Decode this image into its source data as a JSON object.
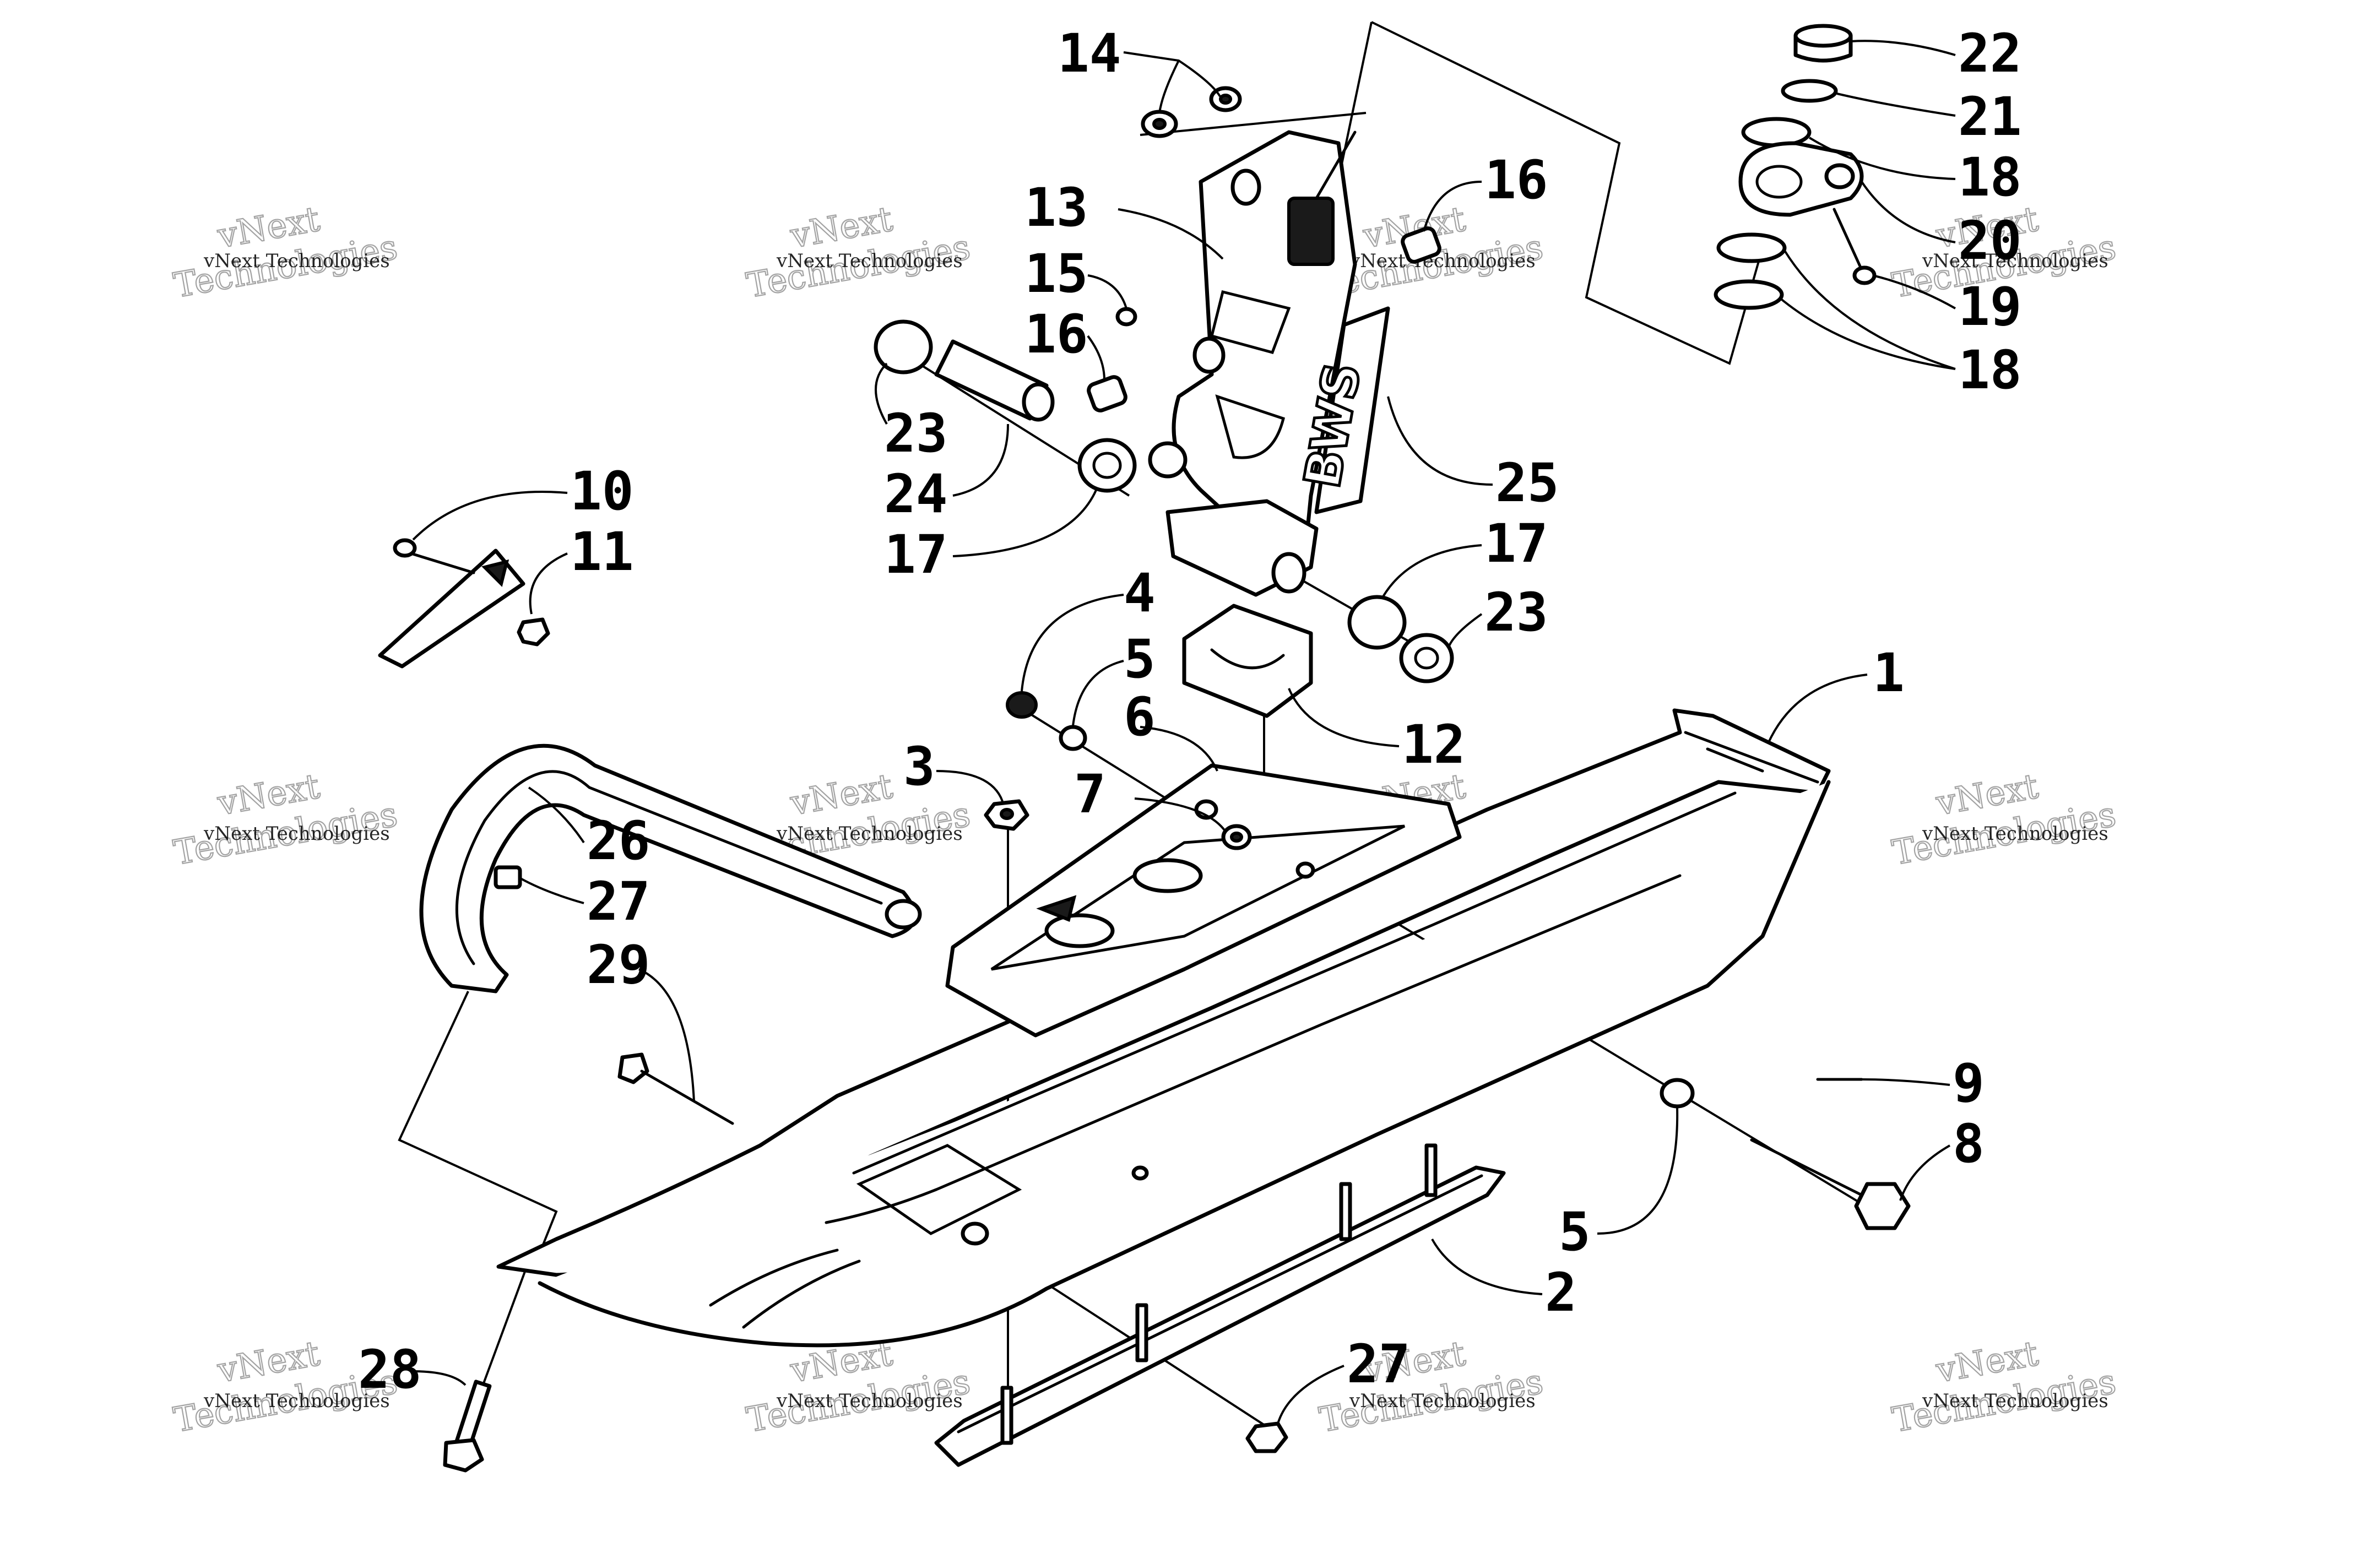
{
  "callouts": [
    {
      "id": "14",
      "label": "14"
    },
    {
      "id": "22",
      "label": "22"
    },
    {
      "id": "21",
      "label": "21"
    },
    {
      "id": "18a",
      "label": "18"
    },
    {
      "id": "20",
      "label": "20"
    },
    {
      "id": "19",
      "label": "19"
    },
    {
      "id": "18b",
      "label": "18"
    },
    {
      "id": "13",
      "label": "13"
    },
    {
      "id": "16a",
      "label": "16"
    },
    {
      "id": "15",
      "label": "15"
    },
    {
      "id": "16b",
      "label": "16"
    },
    {
      "id": "23a",
      "label": "23"
    },
    {
      "id": "24",
      "label": "24"
    },
    {
      "id": "25",
      "label": "25"
    },
    {
      "id": "17a",
      "label": "17"
    },
    {
      "id": "17b",
      "label": "17"
    },
    {
      "id": "23b",
      "label": "23"
    },
    {
      "id": "10",
      "label": "10"
    },
    {
      "id": "11",
      "label": "11"
    },
    {
      "id": "4",
      "label": "4"
    },
    {
      "id": "5a",
      "label": "5"
    },
    {
      "id": "6",
      "label": "6"
    },
    {
      "id": "12",
      "label": "12"
    },
    {
      "id": "1",
      "label": "1"
    },
    {
      "id": "3",
      "label": "3"
    },
    {
      "id": "7",
      "label": "7"
    },
    {
      "id": "26",
      "label": "26"
    },
    {
      "id": "27a",
      "label": "27"
    },
    {
      "id": "29",
      "label": "29"
    },
    {
      "id": "9",
      "label": "9"
    },
    {
      "id": "8",
      "label": "8"
    },
    {
      "id": "5b",
      "label": "5"
    },
    {
      "id": "2",
      "label": "2"
    },
    {
      "id": "28",
      "label": "28"
    },
    {
      "id": "27b",
      "label": "27"
    }
  ],
  "logo_text": "BWS",
  "watermark": {
    "brand_line": "vNext Technologies",
    "overlay_line1": "vNext",
    "overlay_line2": "Technologies"
  }
}
